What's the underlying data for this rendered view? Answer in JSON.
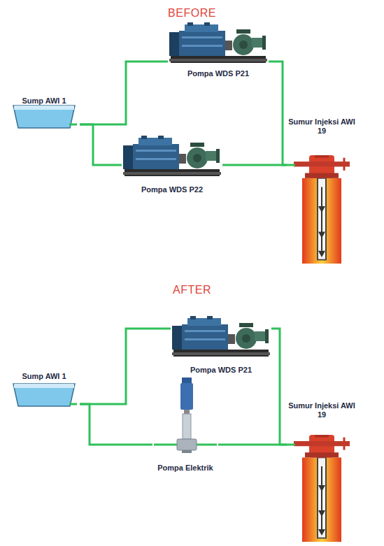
{
  "diagram": {
    "nodes": [
      {
        "text": [
          "Sump AWI 1"
        ]
      },
      {
        "text": [
          "Pompa WDS P21"
        ]
      },
      {
        "text": [
          "Pompa WDS P22"
        ]
      },
      {
        "text": [
          "Sumur Injeksi AWI 19"
        ]
      },
      {
        "text": [
          "Sump AWI 1"
        ]
      },
      {
        "text": [
          "Pompa WDS P21"
        ]
      },
      {
        "text": [
          "Pompa Elektrik"
        ]
      },
      {
        "text": [
          "Sumur Injeksi AWI 19"
        ]
      }
    ],
    "edges": [
      {
        "from": 0,
        "to": 1,
        "arrow": "none"
      },
      {
        "from": 0,
        "to": 2,
        "arrow": "none"
      },
      {
        "from": 1,
        "to": 3,
        "arrow": "none"
      },
      {
        "from": 2,
        "to": 3,
        "arrow": "none"
      },
      {
        "from": 4,
        "to": 5,
        "arrow": "none"
      },
      {
        "from": 4,
        "to": 6,
        "arrow": "none"
      },
      {
        "from": 5,
        "to": 7,
        "arrow": "none"
      },
      {
        "from": 6,
        "to": 7,
        "arrow": "none"
      }
    ],
    "labels": [
      "BEFORE",
      "AFTER"
    ]
  }
}
